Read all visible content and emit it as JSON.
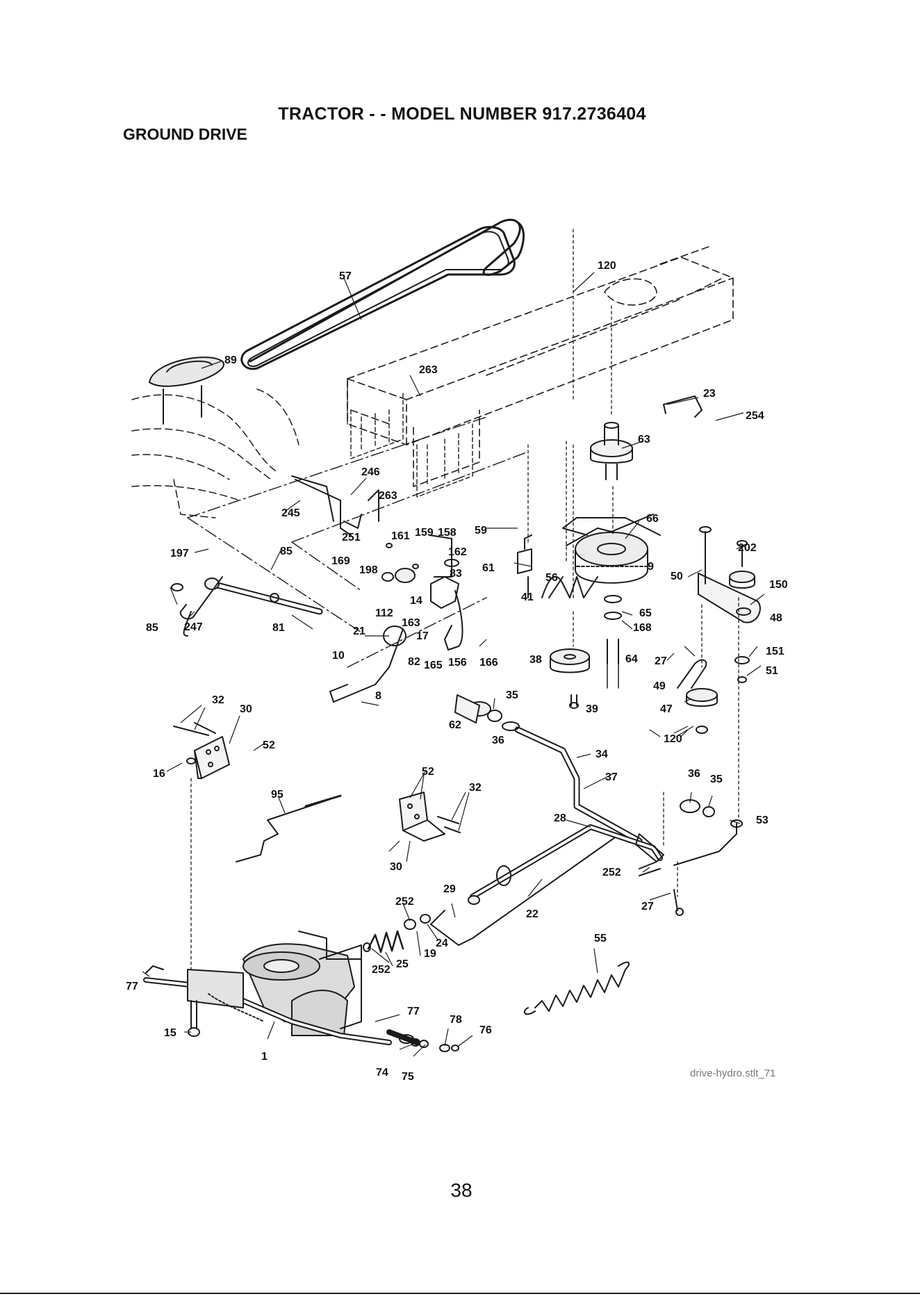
{
  "title": "TRACTOR - - MODEL NUMBER 917.2736404",
  "section": "GROUND DRIVE",
  "callouts": [
    "57",
    "120",
    "89",
    "263",
    "23",
    "254",
    "63",
    "246",
    "263",
    "245",
    "59",
    "66",
    "202",
    "197",
    "85",
    "169",
    "161",
    "159",
    "158",
    "162",
    "251",
    "198",
    "61",
    "9",
    "50",
    "150",
    "56",
    "41",
    "83",
    "14",
    "112",
    "65",
    "48",
    "85",
    "247",
    "81",
    "163",
    "168",
    "17",
    "21",
    "10",
    "82",
    "165",
    "156",
    "166",
    "38",
    "64",
    "27",
    "151",
    "51",
    "8",
    "35",
    "39",
    "49",
    "47",
    "32",
    "30",
    "62",
    "36",
    "34",
    "120",
    "52",
    "16",
    "52",
    "95",
    "32",
    "37",
    "36",
    "35",
    "28",
    "53",
    "30",
    "252",
    "29",
    "27",
    "252",
    "22",
    "24",
    "19",
    "55",
    "252",
    "25",
    "77",
    "77",
    "78",
    "76",
    "15",
    "1",
    "74",
    "75"
  ],
  "file_label": "drive-hydro.stlt_71",
  "page_number": "38"
}
